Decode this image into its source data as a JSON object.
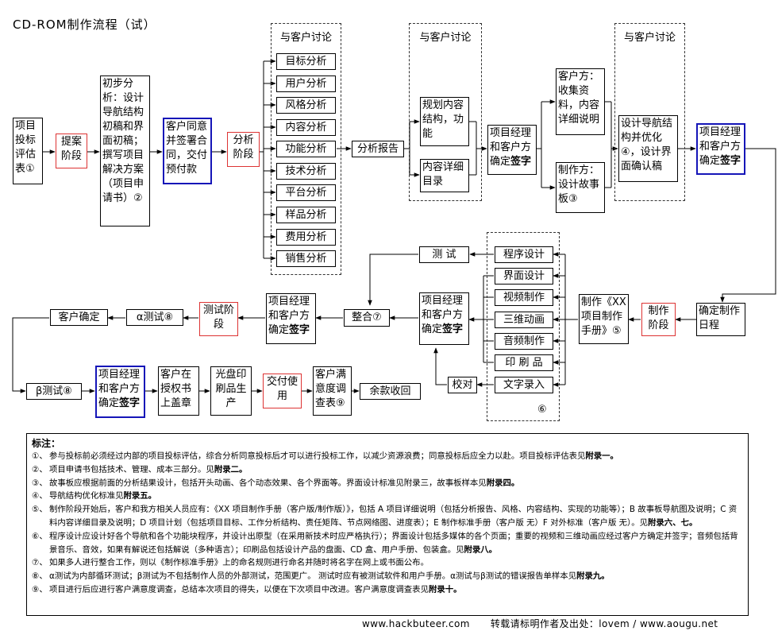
{
  "title": "CD-ROM制作流程（试）",
  "nodes": {
    "eval": "项目投标评估表①",
    "bid": "提案阶段",
    "proposal": "初步分析：设计导航结构初稿和界面初稿；撰写项目解决方案（项目申请书）②",
    "contract": "客户同意并签署合同，交付预付款",
    "analysis_stage": "分析阶段",
    "analyses": [
      "目标分析",
      "用户分析",
      "风格分析",
      "内容分析",
      "功能分析",
      "技术分析",
      "平台分析",
      "样品分析",
      "费用分析",
      "销售分析"
    ],
    "report": "分析报告",
    "plan_content": "规划内容结构，功能",
    "content_toc": "内容详细目录",
    "pm_sign": "项目经理和客户方确定签字",
    "client_side": "客户方：收集资料，内容详细说明",
    "maker_side": "制作方：设计故事板③",
    "nav_design": "设计导航结构并优化④，设计界面确认稿",
    "schedule": "确定制作日程",
    "make_stage": "制作阶段",
    "xx_manual": "制作《XX项目制作手册》⑤",
    "production": [
      "程序设计",
      "界面设计",
      "视频制作",
      "三维动画",
      "音频制作",
      "印 刷 品",
      "文字录入"
    ],
    "test": "测 试",
    "proof": "校对",
    "integrate": "整合⑦",
    "test_stage": "测试阶段",
    "alpha": "α测试⑧",
    "client_ok": "客户确定",
    "beta": "β测试⑧",
    "license": "客户在授权书上盖章",
    "disc": "光盘印刷品生产",
    "deliver": "交付使用",
    "survey": "客户满意度调查表⑨",
    "balance": "余款收回",
    "discuss": "与客户讨论",
    "six": "⑥"
  },
  "notes": {
    "heading": "标注：",
    "items": [
      {
        "n": "①、",
        "t": "参与投标前必须经过内部的项目投标评估，综合分析同意投标后才可以进行投标工作，以减少资源浪费；同意投标后应全力以赴。项目投标评估表见",
        "b": "附录一。"
      },
      {
        "n": "②、",
        "t": "项目申请书包括技术、管理、成本三部分。见",
        "b": "附录二。"
      },
      {
        "n": "③、",
        "t": "故事板应根据前面的分析结果设计，包括开头动画、各个动态效果、各个界面等。界面设计标准见附录三，故事板样本见",
        "b": "附录四。"
      },
      {
        "n": "④、",
        "t": "导航结构优化标准见",
        "b": "附录五。"
      },
      {
        "n": "⑤、",
        "t": "制作阶段开始后，客户和我方相关人员应有：《XX 项目制作手册（客户版/制作版）》，包括 A 项目详细说明（包括分析报告、风格、内容结构、实现的功能等）；B 故事板导航图及说明；C 资料内容详细目录及说明；D 项目计划（包括项目目标、工作分析结构、责任矩阵、节点网络图、进度表）；E 制作标准手册（客户版 无）F 对外标准（客户版 无）。见",
        "b": "附录六、七。"
      },
      {
        "n": "⑥、",
        "t": "程序设计应设计好各个导航和各个功能块程序，并设计出原型（在采用新技术时应严格执行）；界面设计包括多媒体的各个页面；重要的视频和三维动画应经过客户方确定并签字；音频包括背景音乐、音效，如果有解说还包括解说（多种语言）；印刷品包括设计产品的盘面、CD 盒、用户手册、包装盒。见",
        "b": "附录八。"
      },
      {
        "n": "⑦、",
        "t": "如果多人进行整合工作，则以《制作标准手册》上的命名规则进行命名并随时将名字在网上或书面公布。",
        "b": ""
      },
      {
        "n": "⑧、",
        "t": "α测试为内部循环测试；β测试为不包括制作人员的外部测试，范围更广。 测试时应有被测试软件和用户手册。α测试与β测试的错误报告单样本见",
        "b": "附录九。"
      },
      {
        "n": "⑨、",
        "t": "项目进行后应进行客户满意度调查，总结本次项目的得失，以便在下次项目中改进。客户满意度调查表见",
        "b": "附录十。"
      }
    ]
  },
  "footer": {
    "site": "www.hackbuteer.com",
    "credit": "转载请标明作者及出处：lovem / www.aougu.net"
  }
}
